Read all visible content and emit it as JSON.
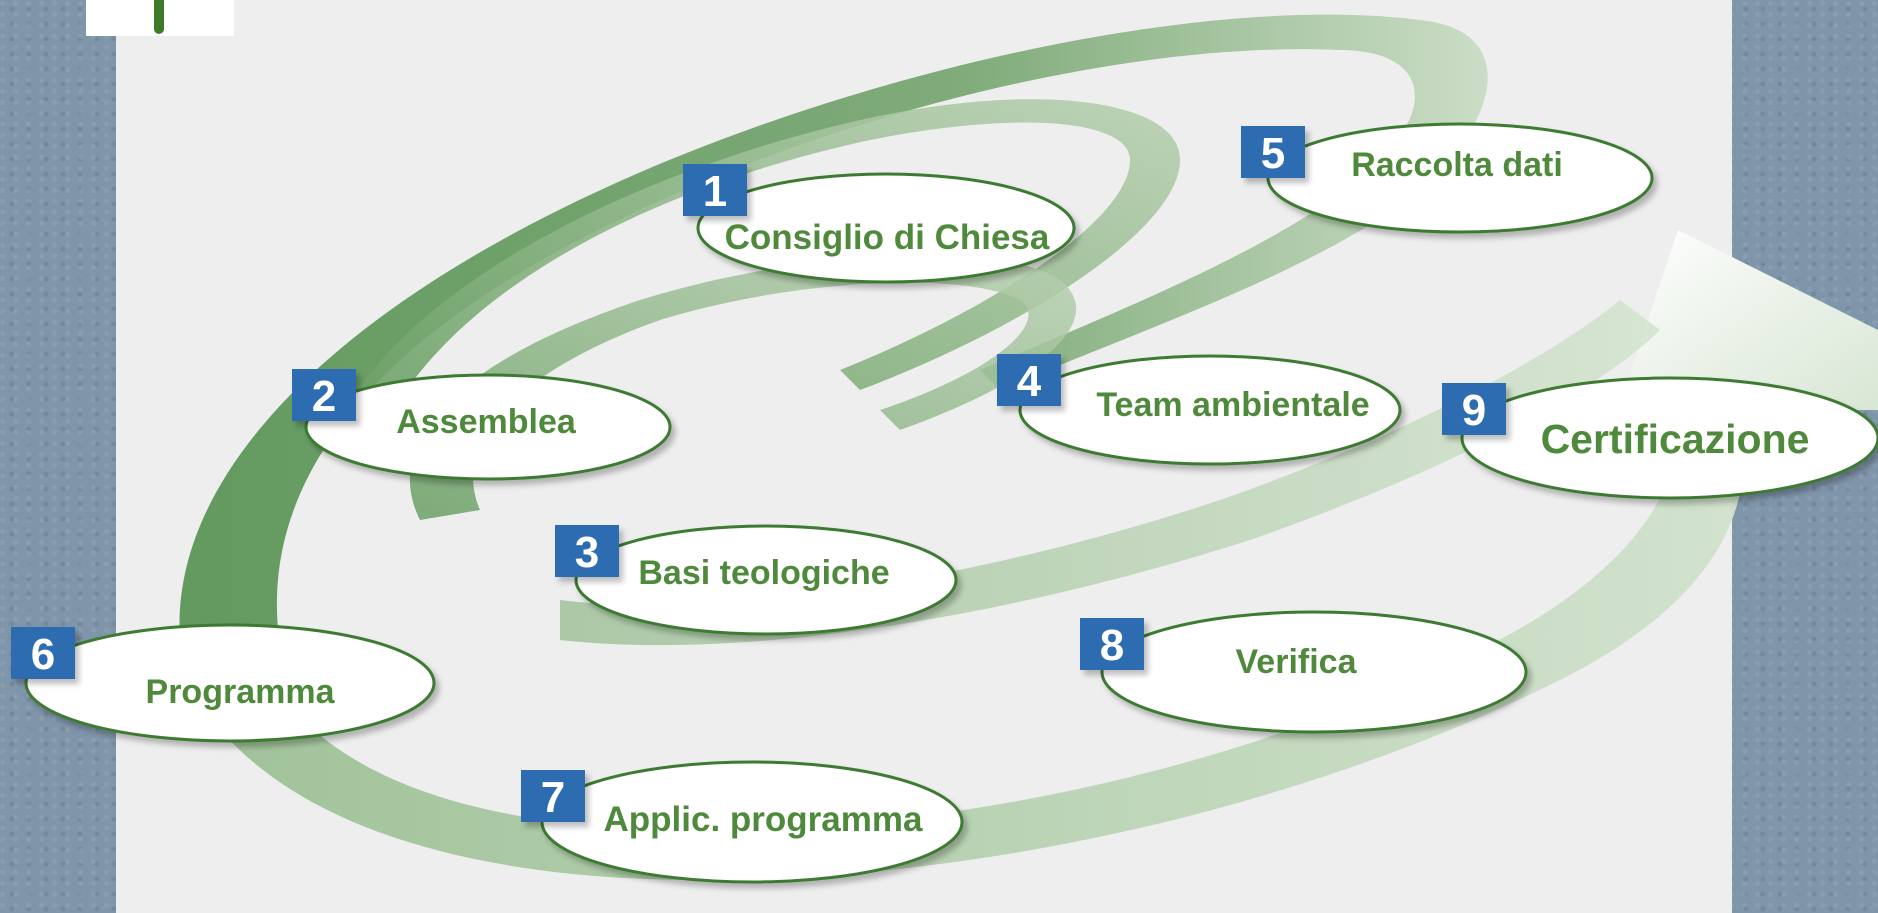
{
  "diagram": {
    "colors": {
      "spiral_dark": "#5b9557",
      "spiral_light": "#b6cfaf",
      "ellipse_border": "#3c7a33",
      "label": "#4f8a3c",
      "badge": "#2f6cb2"
    },
    "steps": [
      {
        "number": "1",
        "label": "Consiglio di Chiesa"
      },
      {
        "number": "2",
        "label": "Assemblea"
      },
      {
        "number": "3",
        "label": "Basi teologiche"
      },
      {
        "number": "4",
        "label": "Team ambientale"
      },
      {
        "number": "5",
        "label": "Raccolta dati"
      },
      {
        "number": "6",
        "label": "Programma"
      },
      {
        "number": "7",
        "label": "Applic. programma"
      },
      {
        "number": "8",
        "label": "Verifica"
      },
      {
        "number": "9",
        "label": "Certificazione"
      }
    ]
  }
}
